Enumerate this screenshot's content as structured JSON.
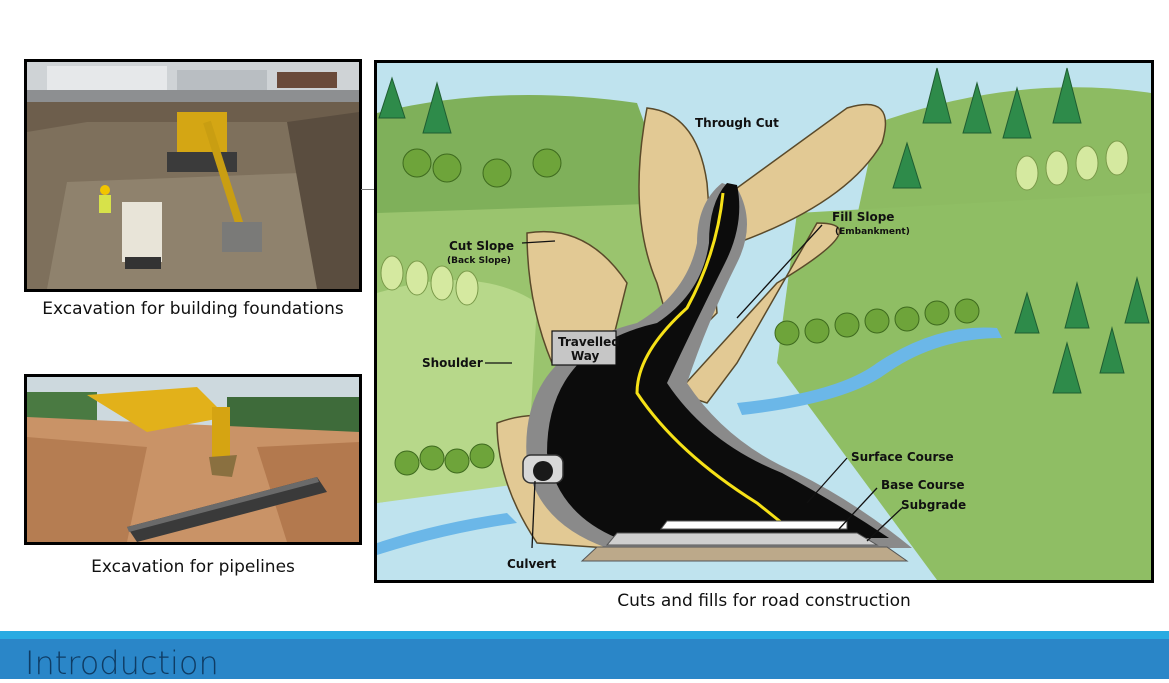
{
  "figures": {
    "building": {
      "caption": "Excavation for building foundations"
    },
    "pipeline": {
      "caption": "Excavation for pipelines"
    },
    "road": {
      "caption": "Cuts and fills for road construction",
      "labels": {
        "through_cut": "Through Cut",
        "fill_slope": "Fill Slope",
        "embankment": "(Embankment)",
        "cut_slope": "Cut Slope",
        "back_slope": "(Back Slope)",
        "travelled": "Travelled",
        "way": "Way",
        "shoulder": "Shoulder",
        "surface_course": "Surface Course",
        "base_course": "Base Course",
        "subgrade": "Subgrade",
        "culvert": "Culvert"
      }
    }
  },
  "footer": {
    "title": "Introduction"
  },
  "colors": {
    "accent_bar": "#2a86c8",
    "accent_stripe": "#29abe2"
  }
}
